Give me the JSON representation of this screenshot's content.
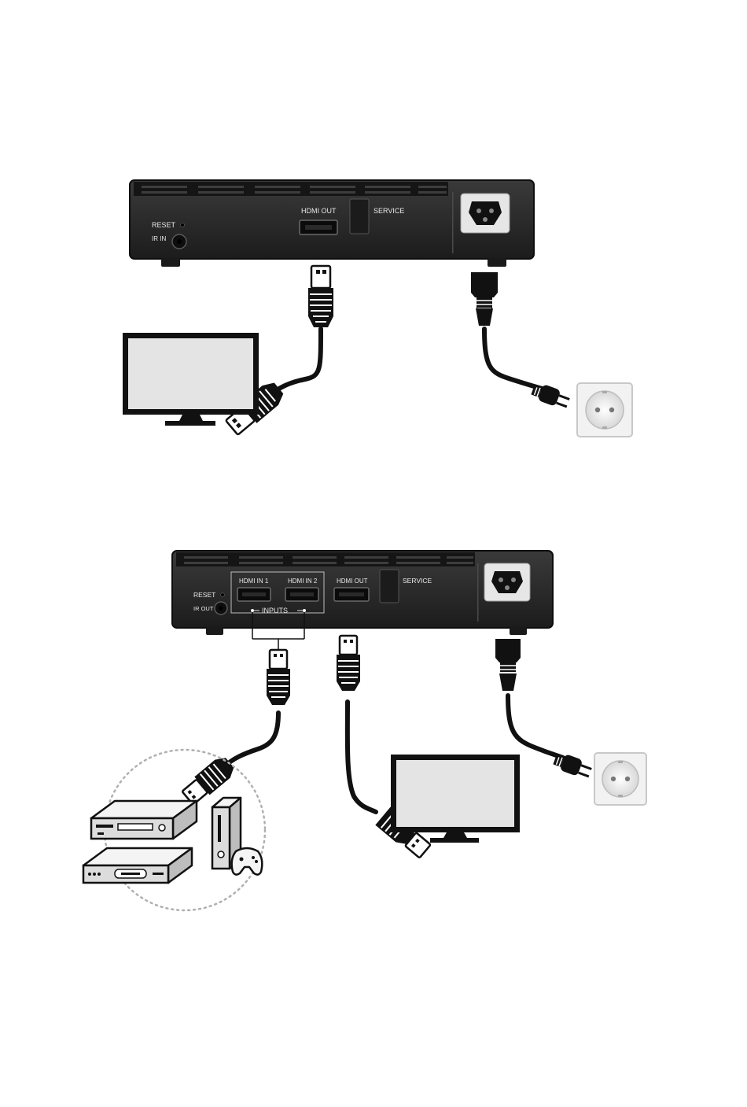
{
  "diagram_top": {
    "device_labels": {
      "reset": "RESET",
      "ir_in": "IR IN",
      "hdmi_out": "HDMI OUT",
      "service": "SERVICE"
    }
  },
  "diagram_bottom": {
    "device_labels": {
      "reset": "RESET",
      "ir_out": "IR OUT",
      "hdmi_in_1": "HDMI IN 1",
      "hdmi_in_2": "HDMI IN 2",
      "inputs": "INPUTS",
      "hdmi_out": "HDMI OUT",
      "service": "SERVICE"
    }
  },
  "colors": {
    "device_body": "#2b2b2b",
    "device_dark": "#141414",
    "cable": "#111111",
    "tv_screen": "#e4e4e4",
    "socket_plate": "#f2f2f2",
    "dotted_circle": "#b0b0b0",
    "appliance_fill": "#dcdcdc"
  },
  "icons": [
    "tv-icon",
    "wall-socket-icon",
    "hdmi-plug-icon",
    "power-plug-icon",
    "dvd-player-icon",
    "set-top-box-icon",
    "game-console-icon",
    "gamepad-icon"
  ]
}
